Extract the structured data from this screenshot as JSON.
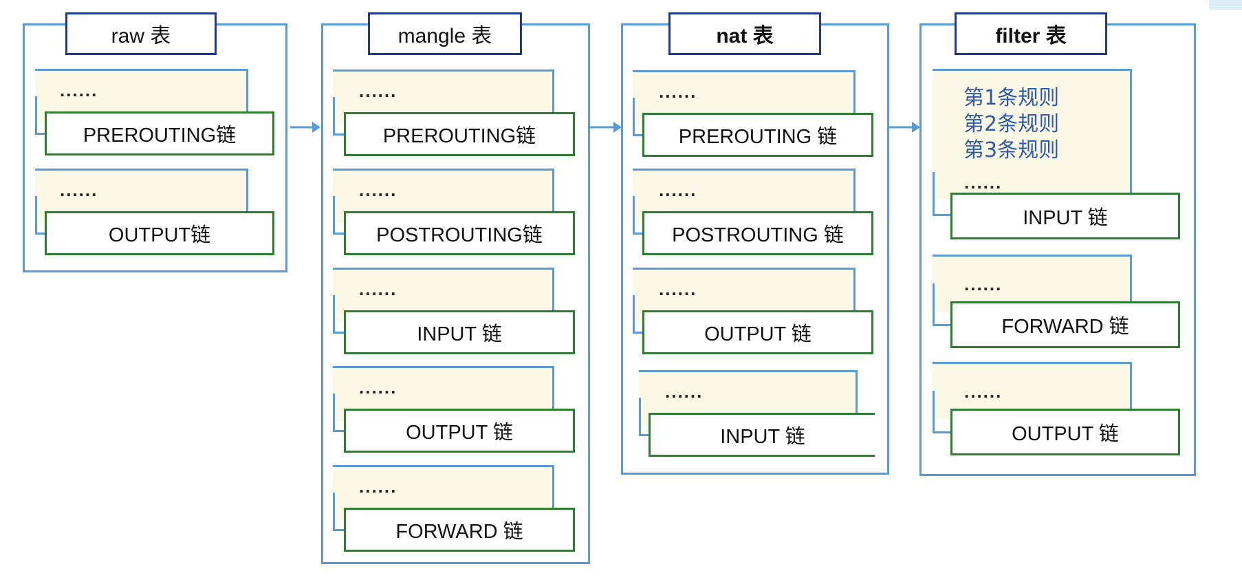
{
  "tables": [
    {
      "title": "raw 表",
      "chains": [
        {
          "dots": "......",
          "label": "PREROUTING链"
        },
        {
          "dots": "......",
          "label": "OUTPUT链"
        }
      ]
    },
    {
      "title": "mangle 表",
      "chains": [
        {
          "dots": "......",
          "label": "PREROUTING链"
        },
        {
          "dots": "......",
          "label": "POSTROUTING链"
        },
        {
          "dots": "......",
          "label": "INPUT 链"
        },
        {
          "dots": "......",
          "label": "OUTPUT 链"
        },
        {
          "dots": "......",
          "label": "FORWARD 链"
        }
      ]
    },
    {
      "title": "nat 表",
      "chains": [
        {
          "dots": "......",
          "label": "PREROUTING 链"
        },
        {
          "dots": "......",
          "label": "POSTROUTING 链"
        },
        {
          "dots": "......",
          "label": "OUTPUT 链"
        },
        {
          "dots": "......",
          "label": "INPUT 链"
        }
      ]
    },
    {
      "title": "filter 表",
      "chains": [
        {
          "rules": [
            "第1条规则",
            "第2条规则",
            "第3条规则"
          ],
          "dots": "......",
          "label": "INPUT 链"
        },
        {
          "dots": "......",
          "label": "FORWARD 链"
        },
        {
          "dots": "......",
          "label": "OUTPUT 链"
        }
      ]
    }
  ],
  "colors": {
    "table_border": "#5a9ad6",
    "title_border": "#1f3a8a",
    "chain_border": "#2f7d32",
    "rule_card_bg": "#fcf8e6",
    "rule_text": "#2e5aa6",
    "arrow": "#5a9ad6"
  }
}
